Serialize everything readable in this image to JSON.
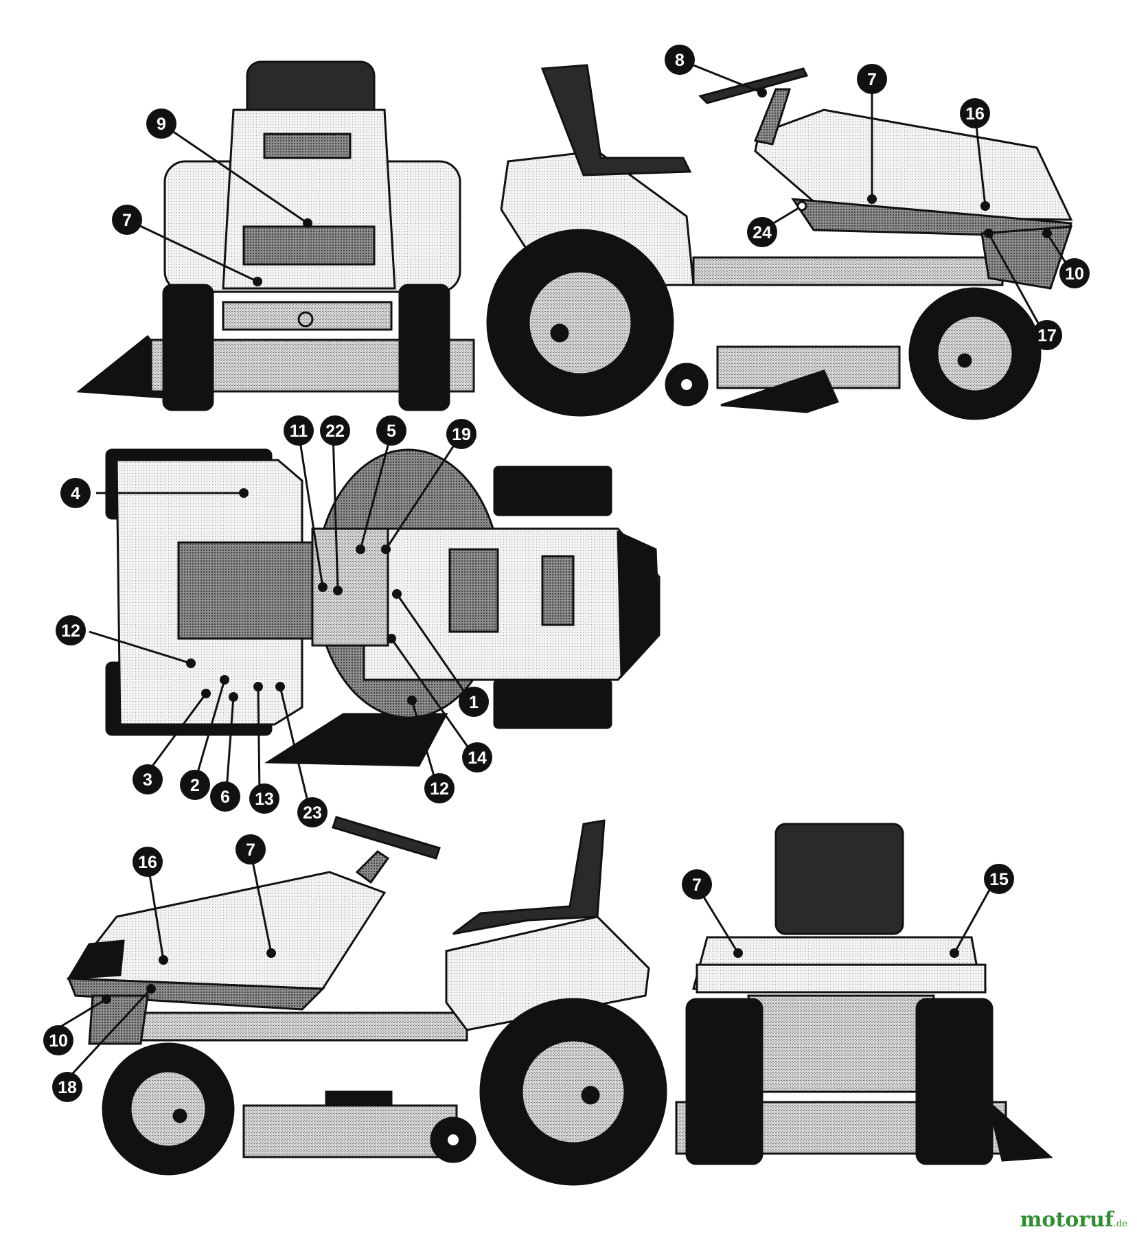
{
  "views": [
    {
      "id": "front",
      "callouts": [
        "9",
        "7"
      ]
    },
    {
      "id": "right-side",
      "callouts": [
        "8",
        "7",
        "16",
        "24",
        "10",
        "17"
      ]
    },
    {
      "id": "top",
      "callouts": [
        "11",
        "22",
        "5",
        "19",
        "4",
        "12",
        "1",
        "14",
        "3",
        "2",
        "6",
        "13",
        "23",
        "12"
      ]
    },
    {
      "id": "left-side",
      "callouts": [
        "16",
        "7",
        "10",
        "18"
      ]
    },
    {
      "id": "rear",
      "callouts": [
        "7",
        "15"
      ]
    }
  ],
  "watermark": {
    "text": "motoruf",
    "tld": ".de",
    "color": "#2f8f2f"
  },
  "colors": {
    "ink": "#111111",
    "light": "#e6e6e6",
    "mid": "#b8b8b8",
    "dark": "#6f6f6f"
  }
}
